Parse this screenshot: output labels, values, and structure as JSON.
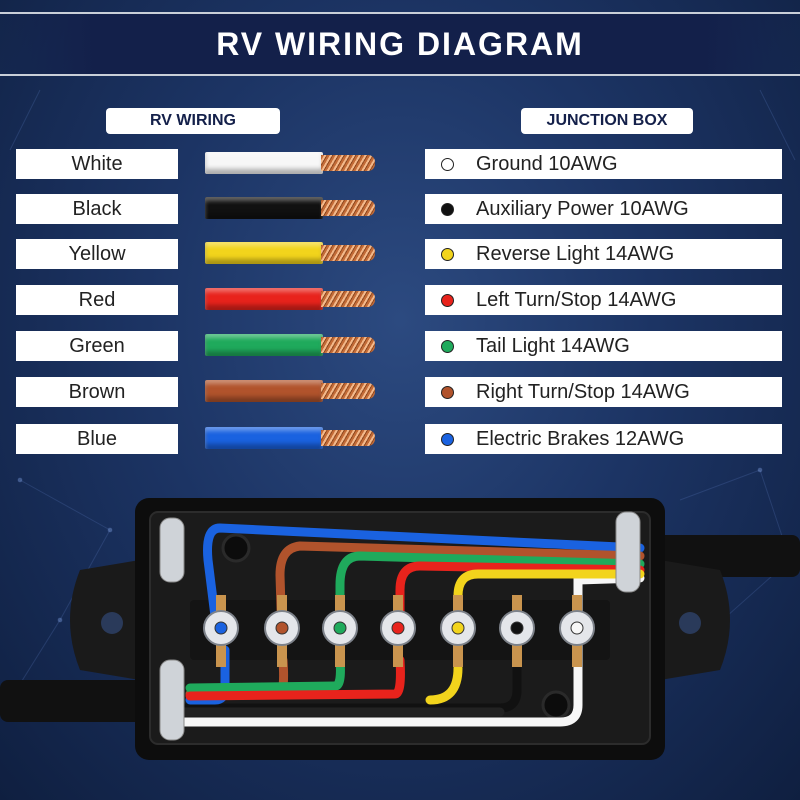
{
  "header": {
    "title": "RV WIRING DIAGRAM"
  },
  "rv_wiring": {
    "heading": "RV WIRING",
    "items": [
      {
        "label": "White",
        "color": "#f7f7f7"
      },
      {
        "label": "Black",
        "color": "#111111"
      },
      {
        "label": "Yellow",
        "color": "#f2d41c"
      },
      {
        "label": "Red",
        "color": "#e8231c"
      },
      {
        "label": "Green",
        "color": "#1faa5c"
      },
      {
        "label": "Brown",
        "color": "#b1532c"
      },
      {
        "label": "Blue",
        "color": "#1a62e0"
      }
    ]
  },
  "junction_box": {
    "heading": "JUNCTION BOX",
    "items": [
      {
        "label": "Ground 10AWG",
        "dot_color": "#ffffff"
      },
      {
        "label": "Auxiliary Power 10AWG",
        "dot_color": "#111111"
      },
      {
        "label": "Reverse Light 14AWG",
        "dot_color": "#f2d41c"
      },
      {
        "label": "Left Turn/Stop 14AWG",
        "dot_color": "#e8231c"
      },
      {
        "label": "Tail Light 14AWG",
        "dot_color": "#1faa5c"
      },
      {
        "label": "Right Turn/Stop 14AWG",
        "dot_color": "#b1532c"
      },
      {
        "label": "Electric Brakes 12AWG",
        "dot_color": "#1a62e0"
      }
    ]
  },
  "terminals": [
    {
      "color": "#1a62e0"
    },
    {
      "color": "#b1532c"
    },
    {
      "color": "#1faa5c"
    },
    {
      "color": "#e8231c"
    },
    {
      "color": "#f2d41c"
    },
    {
      "color": "#111111"
    },
    {
      "color": "#f7f7f7"
    }
  ]
}
